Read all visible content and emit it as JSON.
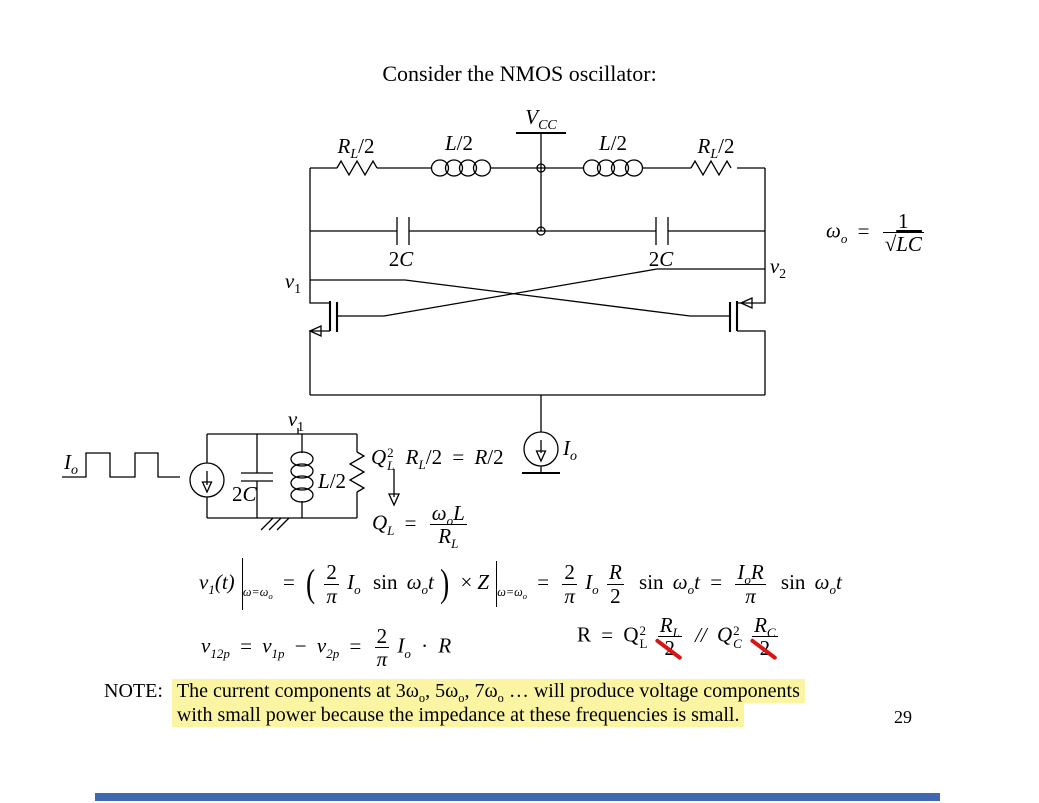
{
  "title": "Consider the NMOS oscillator:",
  "page": {
    "number": "29"
  },
  "colors": {
    "highlight": "#FBF5A3",
    "strike_red": "#D91414",
    "footer_bar": "#3E68B0"
  },
  "labels": {
    "vcc": {
      "base": "V",
      "sub": "CC"
    },
    "rl_half": {
      "base": "R",
      "sub": "L",
      "rest": "/2"
    },
    "l_half": {
      "l": "L",
      "rest": "/2"
    },
    "two_c": {
      "num": "2",
      "c": "C"
    },
    "v1": {
      "base": "v",
      "sub": "1"
    },
    "v2": {
      "base": "v",
      "sub": "2"
    },
    "io": {
      "base": "I",
      "sub": "o"
    }
  },
  "eq_omega": {
    "lhs": "ω",
    "lhs_sub": "o",
    "eq": "=",
    "num": "1",
    "radical": "√",
    "radicand": "LC"
  },
  "eq_q2": {
    "q": "Q",
    "q_sup": "2",
    "q_sub": "L",
    "r": "R",
    "r_sub": "L",
    "slash2": "/2",
    "eq": "=",
    "rhs_r": "R",
    "rhs_slash2": "/2"
  },
  "eq_ql": {
    "q": "Q",
    "q_sub": "L",
    "eq": "=",
    "num_omega": "ω",
    "num_omega_sub": "o",
    "num_l": "L",
    "den_r": "R",
    "den_r_sub": "L"
  },
  "eq_v1": {
    "v": "v",
    "v_sub": "1",
    "arg": "(t)",
    "cond_prefix": "ω=ω",
    "cond_sub": "o",
    "eq1": "=",
    "lparen": "(",
    "f1_num": "2",
    "f1_den": "π",
    "i1": "I",
    "i1_sub": "o",
    "sin1": "sin",
    "w1": "ω",
    "w1_sub": "o",
    "t1": "t",
    "rparen": ")",
    "times": "×",
    "z": "Z",
    "eq2": "=",
    "f2_num": "2",
    "f2_den": "π",
    "i2": "I",
    "i2_sub": "o",
    "f3_num": "R",
    "f3_den": "2",
    "sin2": "sin",
    "w2": "ω",
    "w2_sub": "o",
    "t2": "t",
    "eq3": "=",
    "f4_num_i": "I",
    "f4_num_i_sub": "o",
    "f4_num_r": "R",
    "f4_den": "π",
    "sin3": "sin",
    "w3": "ω",
    "w3_sub": "o",
    "t3": "t"
  },
  "eq_v12": {
    "v": "v",
    "v_sub": "12p",
    "eq1": "=",
    "va": "v",
    "va_sub": "1p",
    "minus": "−",
    "vb": "v",
    "vb_sub": "2p",
    "eq2": "=",
    "f_num": "2",
    "f_den": "π",
    "i": "I",
    "i_sub": "o",
    "cdot": "·",
    "r": "R"
  },
  "eq_r": {
    "r": "R",
    "eq": "=",
    "qa": "Q",
    "qa_sup": "2",
    "qa_sub": "L",
    "fa_num": "R",
    "fa_num_sub": "L",
    "fa_den": "2",
    "parallel": "//",
    "qb": "Q",
    "qb_sup": "2",
    "qb_sub": "C",
    "fb_num": "R",
    "fb_num_sub": "C",
    "fb_den": "2"
  },
  "note": {
    "label": "NOTE:",
    "line1": {
      "a": "The current components at 3ω",
      "a_sub": "o",
      "b": ", 5ω",
      "b_sub": "o",
      "c": ", 7ω",
      "c_sub": "o",
      "d": " … will produce voltage components"
    },
    "line2": "with small power because the impedance at these frequencies is small."
  }
}
